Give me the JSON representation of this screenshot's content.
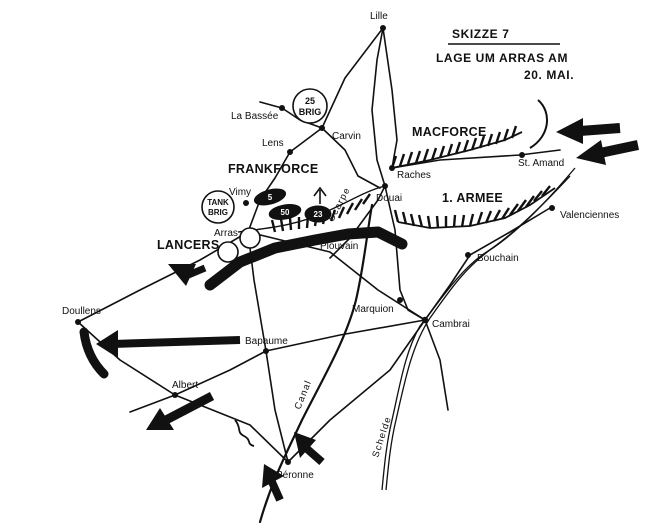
{
  "title": {
    "line1": "SKIZZE 7",
    "line2": "LAGE UM ARRAS AM",
    "line3": "20. MAI."
  },
  "places": [
    {
      "key": "lille",
      "name": "Lille"
    },
    {
      "key": "labassee",
      "name": "La Bassée"
    },
    {
      "key": "carvin",
      "name": "Carvin"
    },
    {
      "key": "lens",
      "name": "Lens"
    },
    {
      "key": "vimy",
      "name": "Vimy"
    },
    {
      "key": "arras",
      "name": "Arras"
    },
    {
      "key": "raches",
      "name": "Raches"
    },
    {
      "key": "douai",
      "name": "Douai"
    },
    {
      "key": "stamand",
      "name": "St. Amand"
    },
    {
      "key": "valenciennes",
      "name": "Valenciennes"
    },
    {
      "key": "plouvain",
      "name": "Plouvain"
    },
    {
      "key": "bouchain",
      "name": "Bouchain"
    },
    {
      "key": "marquion",
      "name": "Marquion"
    },
    {
      "key": "cambrai",
      "name": "Cambrai"
    },
    {
      "key": "doullens",
      "name": "Doullens"
    },
    {
      "key": "bapaume",
      "name": "Bapaume"
    },
    {
      "key": "albert",
      "name": "Albert"
    },
    {
      "key": "peronne",
      "name": "Péronne"
    }
  ],
  "forces": {
    "macforce": "MACFORCE",
    "frankforce": "FRANKFORCE",
    "armee": "1. ARMEE",
    "lancers": "LANCERS"
  },
  "rivers": {
    "scarpe": "Scarpe",
    "canal": "Canal",
    "schelde": "Schelde"
  },
  "units": {
    "brig25_num": "25",
    "brig25_label": "BRIG",
    "tankbrig_line1": "TANK",
    "tankbrig_line2": "BRIG",
    "div5": "5",
    "div50": "50",
    "div23": "23"
  }
}
